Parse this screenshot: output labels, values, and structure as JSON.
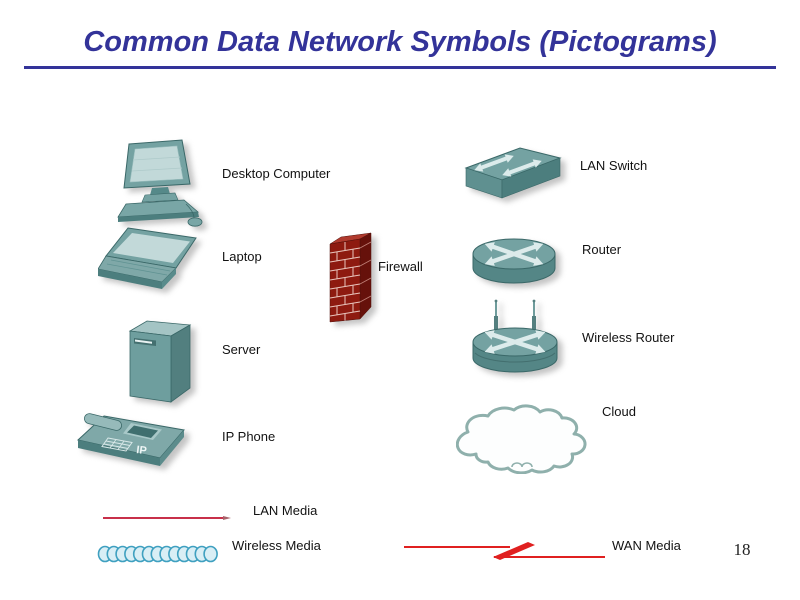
{
  "slide": {
    "title": "Common Data Network Symbols (Pictograms)",
    "page_number": "18"
  },
  "symbols": [
    {
      "id": "desktop-computer",
      "label": "Desktop Computer"
    },
    {
      "id": "laptop",
      "label": "Laptop"
    },
    {
      "id": "server",
      "label": "Server"
    },
    {
      "id": "ip-phone",
      "label": "IP Phone",
      "badge": "IP"
    },
    {
      "id": "firewall",
      "label": "Firewall"
    },
    {
      "id": "lan-switch",
      "label": "LAN Switch"
    },
    {
      "id": "router",
      "label": "Router"
    },
    {
      "id": "wireless-router",
      "label": "Wireless Router"
    },
    {
      "id": "cloud",
      "label": "Cloud"
    },
    {
      "id": "lan-media",
      "label": "LAN Media"
    },
    {
      "id": "wireless-media",
      "label": "Wireless Media"
    },
    {
      "id": "wan-media",
      "label": "WAN Media"
    }
  ],
  "colors": {
    "title_navy": "#333399",
    "device_teal": "#74A2A2",
    "device_teal_dark": "#4C7E7E",
    "screen_light": "#C2D9D9",
    "firewall_brick": "#8E1A10",
    "lan_media_red": "#C8304A",
    "wan_media_red": "#E02020",
    "wireless_blue": "#3FA0C0",
    "cloud_outline": "#8FB0AC",
    "label_black": "#121212"
  }
}
